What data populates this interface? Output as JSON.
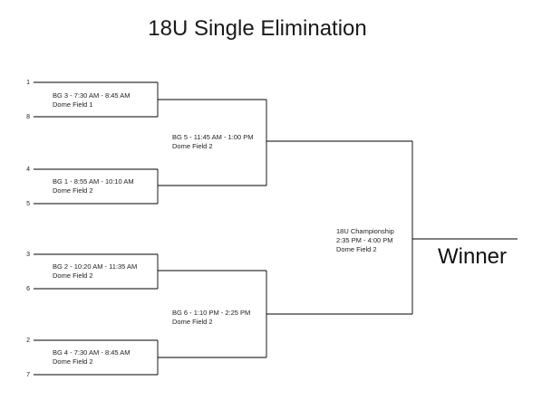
{
  "title": "18U Single Elimination",
  "seeds": [
    "1",
    "8",
    "4",
    "5",
    "3",
    "6",
    "2",
    "7"
  ],
  "games": [
    {
      "id": "bg3",
      "line1": "BG 3 - 7:30 AM - 8:45 AM",
      "line2": "Dome Field 1"
    },
    {
      "id": "bg1",
      "line1": "BG 1 - 8:55 AM - 10:10 AM",
      "line2": "Dome Field 2"
    },
    {
      "id": "bg2",
      "line1": "BG 2 - 10:20 AM - 11:35 AM",
      "line2": "Dome Field 2"
    },
    {
      "id": "bg4",
      "line1": "BG 4 - 7:30 AM - 8:45 AM",
      "line2": "Dome Field 2"
    },
    {
      "id": "bg5",
      "line1": "BG 5 - 11:45 AM - 1:00 PM",
      "line2": "Dome Field 2"
    },
    {
      "id": "bg6",
      "line1": "BG 6 - 1:10 PM - 2:25 PM",
      "line2": "Dome Field 2"
    }
  ],
  "championship": {
    "line1": "18U Championship",
    "line2": "2:35 PM - 4:00 PM",
    "line3": "Dome Field 2"
  },
  "winner_label": "Winner"
}
